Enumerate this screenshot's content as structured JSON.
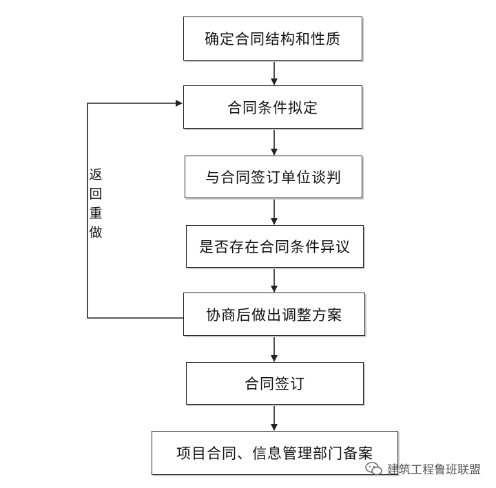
{
  "steps": [
    "确定合同结构和性质",
    "合同条件拟定",
    "与合同签订单位谈判",
    "是否存在合同条件异议",
    "协商后做出调整方案",
    "合同签订",
    "项目合同、信息管理部门备案"
  ],
  "loop_label": [
    "返",
    "回",
    "重",
    "做"
  ],
  "watermark": "建筑工程鲁班联盟",
  "colors": {
    "stroke": "#222222",
    "background": "#ffffff"
  }
}
